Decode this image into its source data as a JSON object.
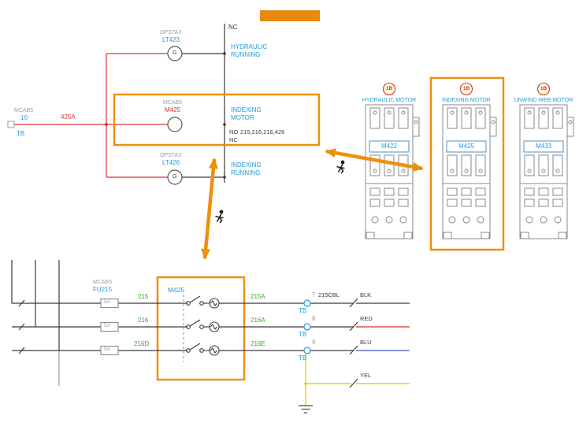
{
  "colors": {
    "highlight_orange": "#EE8F0E",
    "wire_red": "#DD3333",
    "label_cyan": "#1E9BD7",
    "label_green": "#3FA535",
    "label_gray": "#9C9C9C",
    "wire_dark": "#3A3A3A",
    "wire_blue": "#4455CC",
    "wire_yellow": "#E3D400"
  },
  "ladder": {
    "nc_top": "NC",
    "rung1": {
      "tag_prefix": "OPSTA3",
      "tag": "LT423",
      "lamp": "G",
      "desc1": "HYDRAULIC",
      "desc2": "RUNNING"
    },
    "source": {
      "panel": "MCAB5",
      "terminal": "10",
      "tb": "TB",
      "wire": "425A"
    },
    "rung2": {
      "panel": "MCAB5",
      "tag": "M425",
      "desc1": "INDEXING",
      "desc2": "MOTOR",
      "no": "NO",
      "no_refs": "215,216,216,426",
      "nc": "NC"
    },
    "rung3": {
      "tag_prefix": "OPSTA3",
      "tag": "LT426",
      "lamp": "G",
      "desc1": "INDEXING",
      "desc2": "RUNNING"
    }
  },
  "contactors": [
    {
      "badge": "1B",
      "title": "HYDRAULIC MOTOR",
      "tag": "M422"
    },
    {
      "badge": "1B",
      "title": "INDEXING MOTOR",
      "tag": "M425"
    },
    {
      "badge": "1B",
      "title": "UNWIND WEB MOTOR",
      "tag": "M433"
    }
  ],
  "power": {
    "fuse": {
      "panel": "MCAB5",
      "tag": "FU215",
      "rating": "5A"
    },
    "contact_tag": "M425",
    "rows": [
      {
        "wire_in": "215",
        "wire_out": "215A",
        "terminal": "7",
        "tb": "TB",
        "cable": "215CBL",
        "color": "BLK"
      },
      {
        "wire_in": "216",
        "wire_out": "216A",
        "terminal": "8",
        "tb": "TB",
        "color": "RED"
      },
      {
        "wire_in": "216D",
        "wire_out": "216E",
        "terminal": "9",
        "tb": "TB",
        "color": "BLU"
      }
    ],
    "ground": {
      "color": "YEL"
    }
  }
}
